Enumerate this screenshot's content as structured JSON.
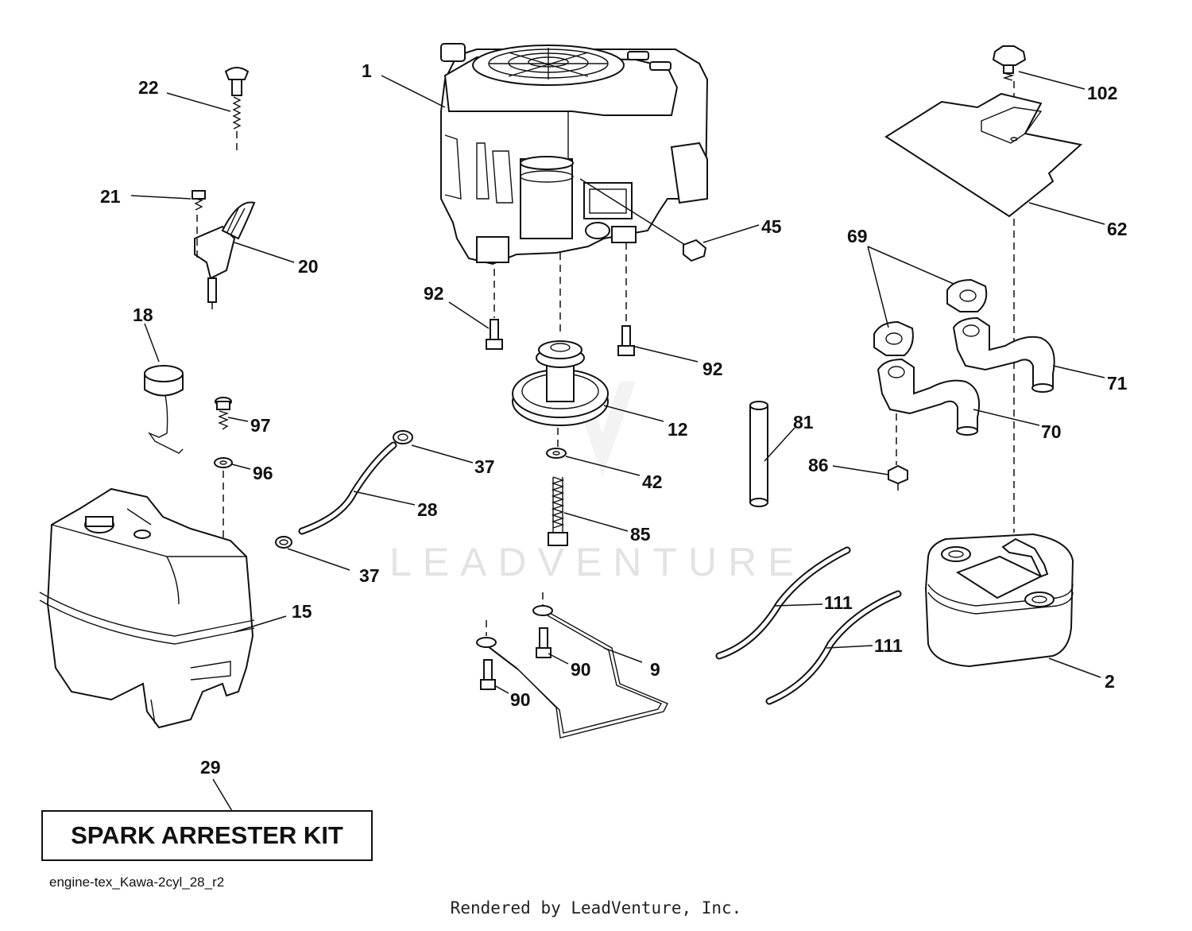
{
  "diagram_id": "engine-tex_Kawa-2cyl_28_r2",
  "kit_label": "SPARK ARRESTER KIT",
  "render_credit": "Rendered by LeadVenture, Inc.",
  "watermark": "LEADVENTURE",
  "callouts": {
    "c1": "1",
    "c22": "22",
    "c21": "21",
    "c20": "20",
    "c18": "18",
    "c97": "97",
    "c96": "96",
    "c15": "15",
    "c29": "29",
    "c92a": "92",
    "c92b": "92",
    "c45": "45",
    "c12": "12",
    "c37a": "37",
    "c37b": "37",
    "c28": "28",
    "c42": "42",
    "c85": "85",
    "c9": "9",
    "c90a": "90",
    "c90b": "90",
    "c81": "81",
    "c86": "86",
    "c111a": "111",
    "c111b": "111",
    "c102": "102",
    "c62": "62",
    "c69": "69",
    "c71": "71",
    "c70": "70",
    "c2": "2"
  }
}
